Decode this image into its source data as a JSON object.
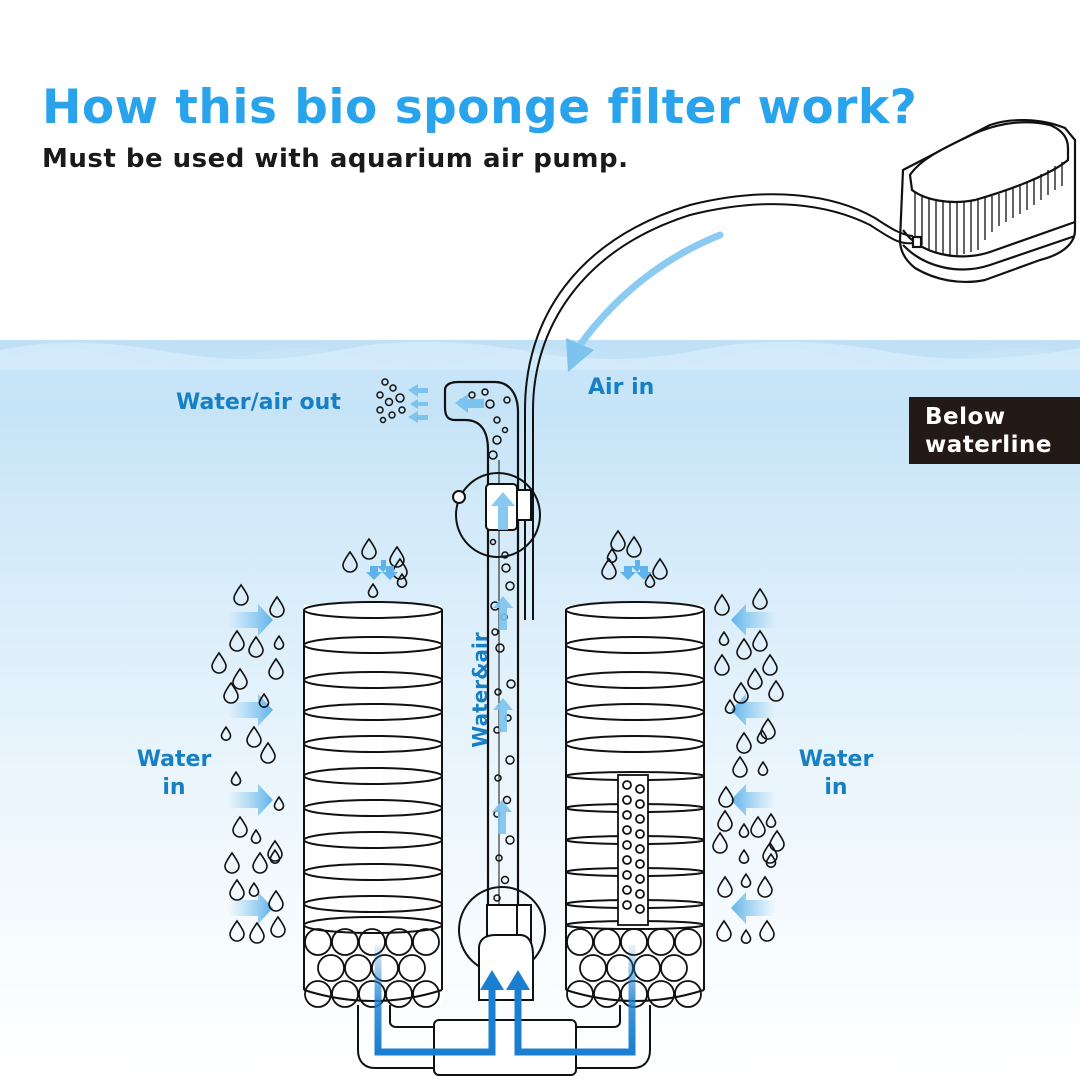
{
  "header": {
    "title": "How this bio sponge filter work?",
    "subtitle": "Must be used with aquarium air pump."
  },
  "labels": {
    "water_air_out": "Water/air out",
    "air_in": "Air in",
    "water_and_air": "Water&air",
    "water_in_left": [
      "Water",
      "in"
    ],
    "water_in_right": [
      "Water",
      "in"
    ]
  },
  "badge": {
    "line1": "Below",
    "line2": "waterline"
  },
  "colors": {
    "title_blue": "#29a3ec",
    "label_blue": "#1780c4",
    "arrow_light_blue": "#7cc3ef",
    "flow_blue": "#1a7fd0",
    "badge_bg": "#231a17",
    "outline": "#111111"
  },
  "components": [
    {
      "name": "air-pump",
      "description": "Aquarium air pump"
    },
    {
      "name": "air-tube",
      "description": "Airline tubing to filter"
    },
    {
      "name": "lift-tube",
      "description": "Central uplift tube with outlet elbow"
    },
    {
      "name": "sponge-left",
      "description": "Left sponge stack with bio balls"
    },
    {
      "name": "sponge-right",
      "description": "Right sponge stack with bio balls and inner strainer"
    },
    {
      "name": "base-connector",
      "description": "T-shaped bottom connector"
    }
  ]
}
